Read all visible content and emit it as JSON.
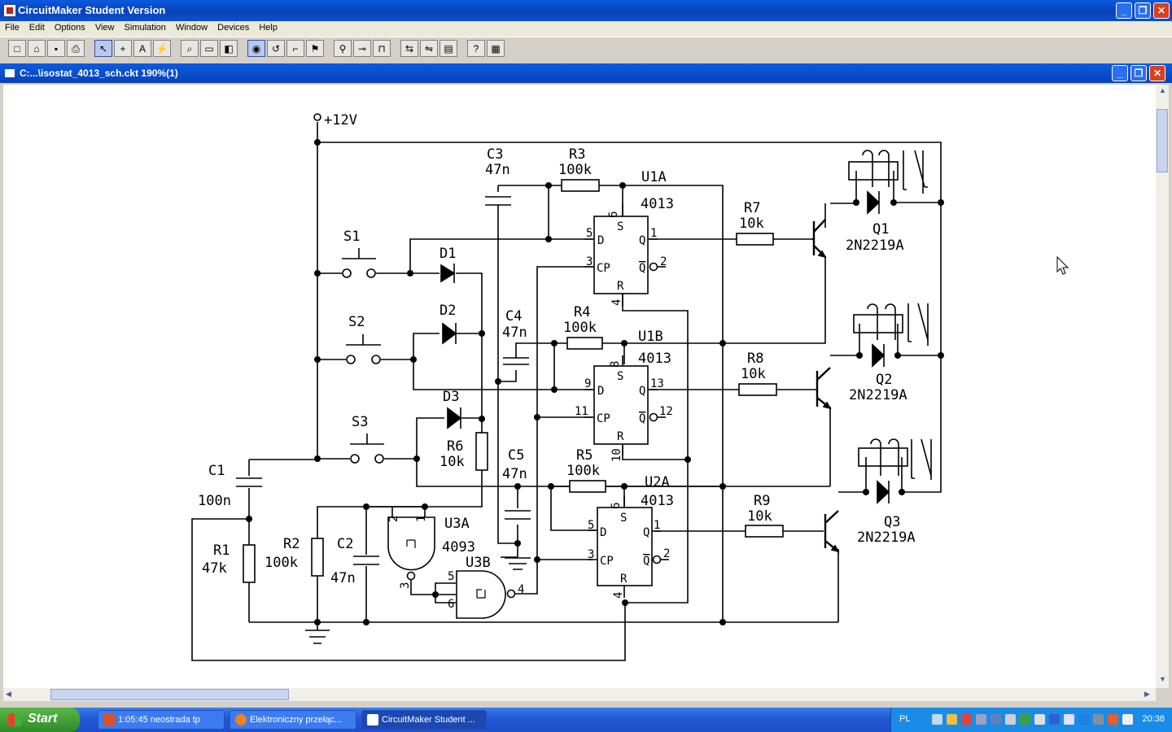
{
  "window": {
    "title": "CircuitMaker Student Version"
  },
  "menu": [
    "File",
    "Edit",
    "Options",
    "View",
    "Simulation",
    "Window",
    "Devices",
    "Help"
  ],
  "toolbar": {
    "icons": [
      "new-icon",
      "open-icon",
      "save-icon",
      "print-icon",
      "arrow-icon",
      "wire-icon",
      "text-icon",
      "probe-icon",
      "zoom-icon",
      "fit-icon",
      "pan-icon",
      "digital-icon",
      "reset-icon",
      "step-icon",
      "run-icon",
      "probe-tool-icon",
      "trace-icon",
      "waveform-icon",
      "rotate-icon",
      "mirror-icon",
      "properties-icon",
      "help-icon",
      "color-icon"
    ],
    "glyphs": [
      "□",
      "⌂",
      "▪",
      "⎙",
      "↖",
      "+",
      "A",
      "⚡",
      "⌕",
      "▭",
      "◧",
      "◉",
      "↺",
      "⌐",
      "⚑",
      "⚲",
      "⊸",
      "⊓",
      "⇆",
      "⇋",
      "▤",
      "?",
      "▦"
    ]
  },
  "document": {
    "title": "C:...\\isostat_4013_sch.ckt 190%(1)"
  },
  "schematic": {
    "labels": {
      "vcc": "+12V",
      "c3": "C3",
      "c3v": "47n",
      "r3": "R3",
      "r3v": "100k",
      "u1a": "U1A",
      "u1a_t": "4013",
      "r7": "R7",
      "r7v": "10k",
      "q1": "Q1",
      "q1v": "2N2219A",
      "s1": "S1",
      "d1": "D1",
      "s2": "S2",
      "d2": "D2",
      "c4": "C4",
      "c4v": "47n",
      "r4": "R4",
      "r4v": "100k",
      "u1b": "U1B",
      "u1b_t": "4013",
      "r8": "R8",
      "r8v": "10k",
      "q2": "Q2",
      "q2v": "2N2219A",
      "d3": "D3",
      "s3": "S3",
      "r6": "R6",
      "r6v": "10k",
      "c1": "C1",
      "c1v": "100n",
      "c5": "C5",
      "c5v": "47n",
      "r5": "R5",
      "r5v": "100k",
      "u2a": "U2A",
      "u2a_t": "4013",
      "r9": "R9",
      "r9v": "10k",
      "q3": "Q3",
      "q3v": "2N2219A",
      "r1": "R1",
      "r1v": "47k",
      "r2": "R2",
      "r2v": "100k",
      "c2": "C2",
      "c2v": "47n",
      "u3a": "U3A",
      "u3a_t": "4093",
      "u3b": "U3B"
    },
    "pins": {
      "p5": "5",
      "p6": "6",
      "p1": "1",
      "p2": "2",
      "p3": "3",
      "p4": "4",
      "p8": "8",
      "p9": "9",
      "p13": "13",
      "p11": "11",
      "p12": "12",
      "p10": "10"
    },
    "ff": {
      "s": "S",
      "d": "D",
      "q": "Q",
      "qbar": "Q",
      "cp": "CP",
      "r": "R"
    }
  },
  "taskbar": {
    "start": "Start",
    "tasks": [
      "1:05:45 neostrada tp",
      "Elektroniczny przełąc...",
      "CircuitMaker Student ..."
    ],
    "lang": "PL",
    "clock": "20:38"
  }
}
